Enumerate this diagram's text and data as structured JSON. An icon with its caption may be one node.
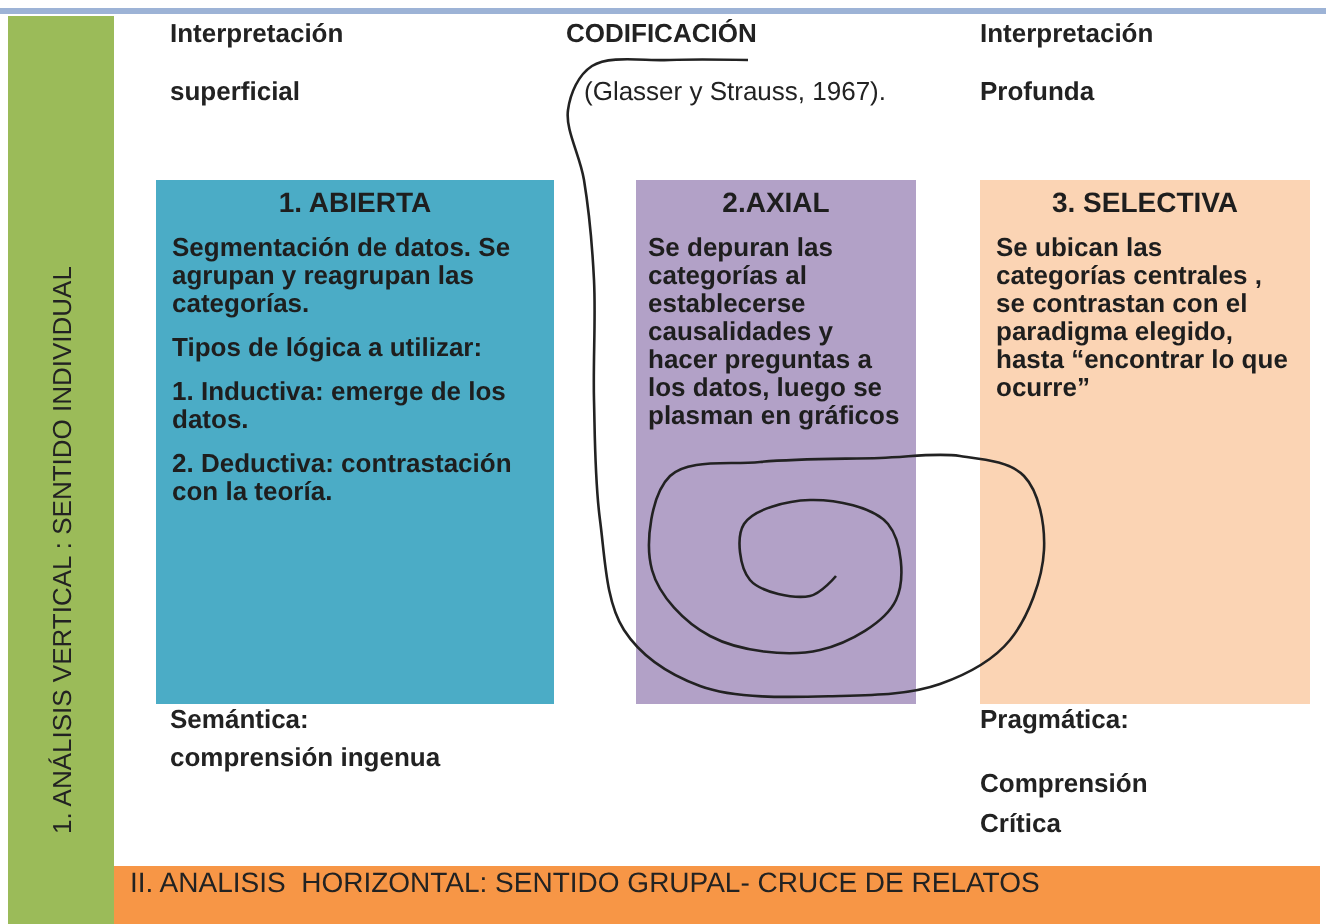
{
  "diagram": {
    "nodes": [
      {
        "text": [
          "1. ANÁLISIS VERTICAL : SENTIDO INDIVIDUAL"
        ]
      },
      {
        "text": [
          "1. ABIERTA",
          "Segmentación de datos. Se agrupan y reagrupan las categorías.",
          "Tipos de lógica a utilizar:",
          "1. Inductiva: emerge de los datos.",
          "2. Deductiva: contrastación con la teoría."
        ]
      },
      {
        "text": [
          "2.AXIAL",
          "Se depuran las categorías al establecerse causalidades y hacer preguntas a los datos, luego se plasman en gráficos"
        ]
      },
      {
        "text": [
          "3. SELECTIVA",
          "Se ubican las categorías centrales , se contrastan con el paradigma elegido, hasta “encontrar lo que ocurre”"
        ]
      },
      {
        "text": [
          "II. ANALISIS  HORIZONTAL: SENTIDO GRUPAL- CRUCE DE RELATOS"
        ]
      }
    ],
    "labels": [
      "Interpretación",
      "CODIFICACIÓN",
      "Interpretación",
      "superficial",
      "(Glasser y Strauss, 1967).",
      "Profunda",
      "Semántica:",
      "comprensión ingenua",
      "Pragmática:",
      "Comprensión Crítica"
    ]
  }
}
